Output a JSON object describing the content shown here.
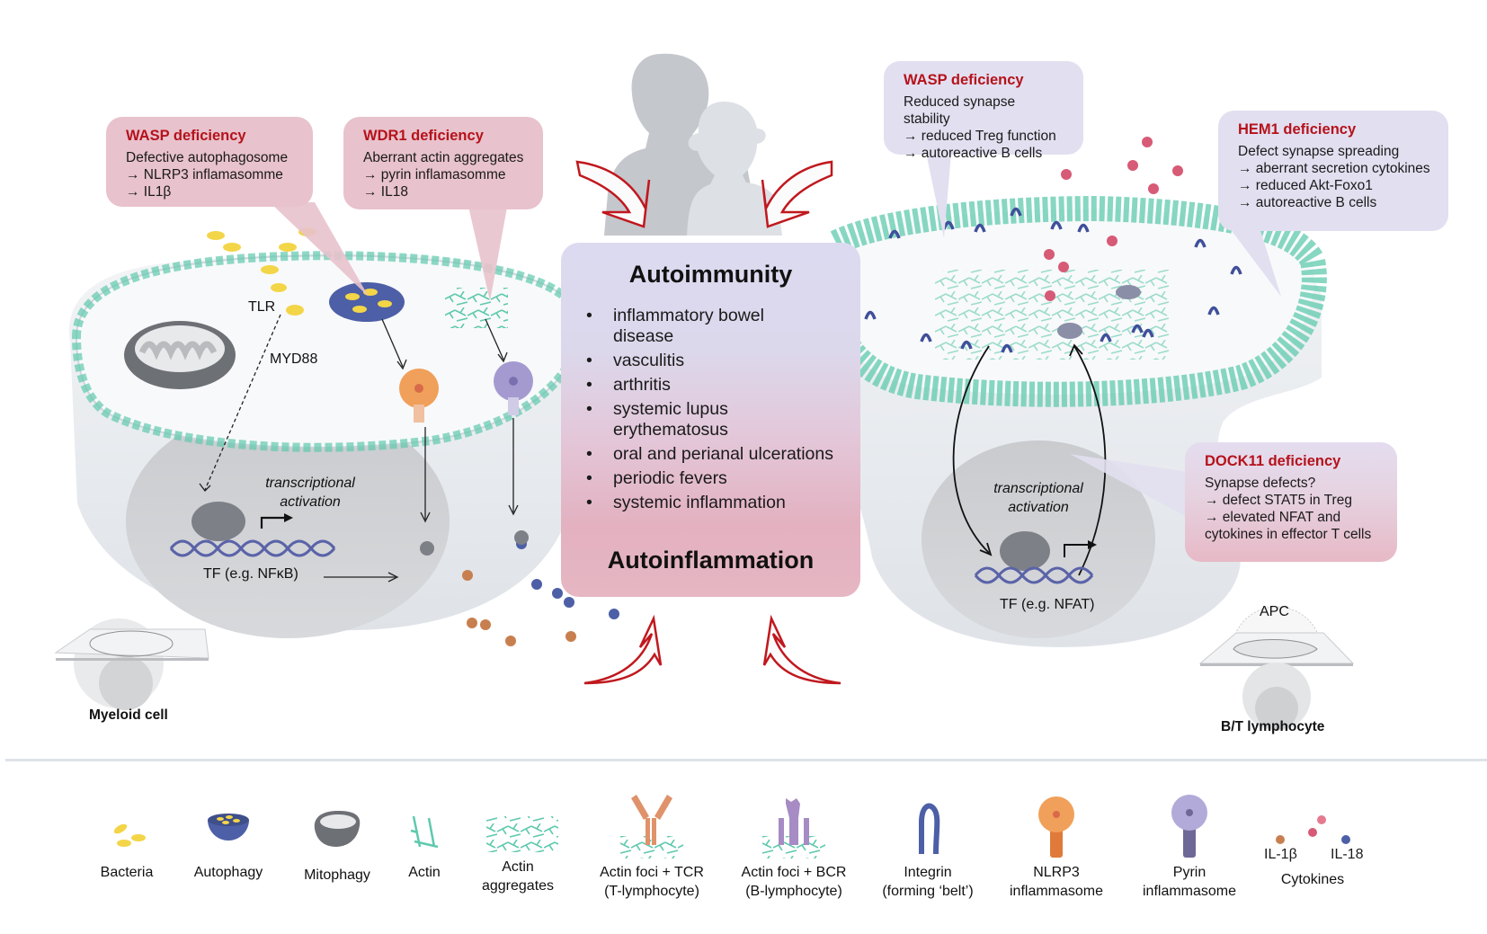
{
  "callouts": {
    "wasp_myeloid": {
      "title": "WASP deficiency",
      "lines": [
        "Defective autophagosome",
        "→ NLRP3 inflamasomme",
        "→ IL1β"
      ]
    },
    "wdr1": {
      "title": "WDR1 deficiency",
      "lines": [
        "Aberrant actin aggregates",
        "→ pyrin inflamasomme",
        "→ IL18"
      ]
    },
    "wasp_lymph": {
      "title": "WASP deficiency",
      "lines": [
        "Reduced synapse stability",
        "→ reduced Treg function",
        "→ autoreactive B cells"
      ]
    },
    "hem1": {
      "title": "HEM1 deficiency",
      "lines": [
        "Defect synapse spreading",
        "→ aberrant secretion cytokines",
        "→ reduced Akt-Foxo1",
        "→ autoreactive B cells"
      ]
    },
    "dock11": {
      "title": "DOCK11 deficiency",
      "lines": [
        "Synapse defects?",
        "→ defect STAT5 in Treg",
        "→ elevated NFAT and",
        "cytokines in effector T cells"
      ]
    }
  },
  "center": {
    "top_title": "Autoimmunity",
    "bottom_title": "Autoinflammation",
    "items": [
      "inflammatory bowel disease",
      "vasculitis",
      "arthritis",
      "systemic lupus erythematosus",
      "oral and perianal ulcerations",
      "periodic fevers",
      "systemic inflammation"
    ]
  },
  "myeloid": {
    "tlr": "TLR",
    "myd88": "MYD88",
    "transcription": [
      "transcriptional",
      "activation"
    ],
    "tf": "TF (e.g. NFκB)",
    "cell_label": "Myeloid cell"
  },
  "lymphocyte": {
    "transcription": [
      "transcriptional",
      "activation"
    ],
    "tf": "TF (e.g. NFAT)",
    "apc": "APC",
    "cell_label": "B/T lymphocyte"
  },
  "legend": [
    {
      "icon": "bacteria-icon",
      "lines": [
        "Bacteria"
      ]
    },
    {
      "icon": "autophagy-icon",
      "lines": [
        "Autophagy"
      ]
    },
    {
      "icon": "mitophagy-icon",
      "lines": [
        "Mitophagy"
      ]
    },
    {
      "icon": "actin-icon",
      "lines": [
        "Actin"
      ]
    },
    {
      "icon": "actin-aggregates-icon",
      "lines": [
        "Actin",
        "aggregates"
      ]
    },
    {
      "icon": "actin-foci-tcr-icon",
      "lines": [
        "Actin foci + TCR",
        "(T-lymphocyte)"
      ]
    },
    {
      "icon": "actin-foci-bcr-icon",
      "lines": [
        "Actin foci + BCR",
        "(B-lymphocyte)"
      ]
    },
    {
      "icon": "integrin-icon",
      "lines": [
        "Integrin",
        "(forming ‘belt’)"
      ]
    },
    {
      "icon": "nlrp3-inflammasome-icon",
      "lines": [
        "NLRP3",
        "inflammasome"
      ]
    },
    {
      "icon": "pyrin-inflammasome-icon",
      "lines": [
        "Pyrin",
        "inflammasome"
      ]
    },
    {
      "icon": "cytokines-icon",
      "lines": [
        "Cytokines"
      ],
      "sublabels": [
        "IL-1β",
        "IL-18"
      ]
    }
  ],
  "colors": {
    "deficiency_title": "#b5121b",
    "actin": "#5fc9ae",
    "integrin": "#3f4f9a",
    "nlrp3": "#f0a05a",
    "pyrin": "#a59ad0",
    "il1b": "#c87f4f",
    "il18": "#4d5fa6",
    "cytokine_pink": "#d75a76",
    "arrow_red": "#c0181e"
  }
}
